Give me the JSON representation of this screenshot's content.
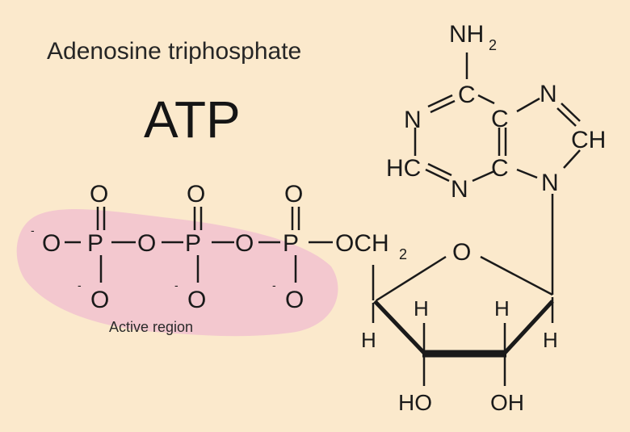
{
  "title": "Adenosine triphosphate",
  "abbreviation": "ATP",
  "region_label": "Active region",
  "colors": {
    "background": "#fbe9cc",
    "highlight": "#f2c4cf",
    "ink": "#1a1a1a"
  },
  "phosphates": {
    "O_top": "O",
    "P": "P",
    "O_bridge": "O",
    "O_minus": "O",
    "charge": "-",
    "terminal": "O",
    "ester": "OCH2",
    "ester_main": "OCH",
    "ester_sub": "2"
  },
  "adenine": {
    "amine": "NH",
    "amine_sub": "2",
    "C": "C",
    "N": "N",
    "HC": "HC",
    "CH": "CH"
  },
  "ribose": {
    "ring_O": "O",
    "H": "H",
    "HO": "HO",
    "OH": "OH"
  }
}
